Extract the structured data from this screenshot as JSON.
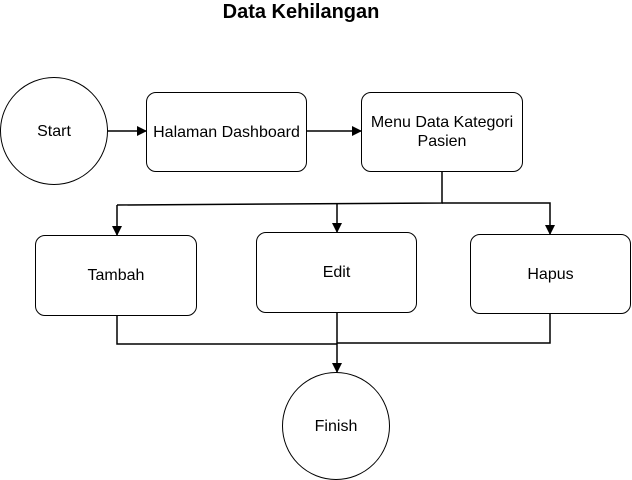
{
  "title": "Data Kehilangan",
  "nodes": {
    "start": "Start",
    "dashboard": "Halaman Dashboard",
    "menu_kategori": "Menu Data Kategori Pasien",
    "tambah": "Tambah",
    "edit": "Edit",
    "hapus": "Hapus",
    "finish": "Finish"
  },
  "colors": {
    "stroke": "#000000",
    "fill": "#ffffff"
  }
}
